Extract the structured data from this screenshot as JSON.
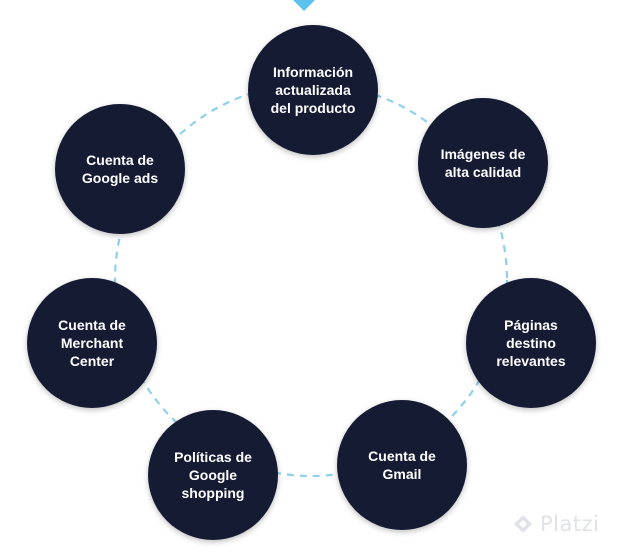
{
  "diagram": {
    "nodes": [
      {
        "label": "Información\nactualizada\ndel producto"
      },
      {
        "label": "Imágenes de\nalta calidad"
      },
      {
        "label": "Páginas\ndestino\nrelevantes"
      },
      {
        "label": "Cuenta de\nGmail"
      },
      {
        "label": "Políticas de\nGoogle\nshopping"
      },
      {
        "label": "Cuenta de\nMerchant\nCenter"
      },
      {
        "label": "Cuenta de\nGoogle ads"
      }
    ],
    "colors": {
      "node_fill": "#161b34",
      "node_text": "#ffffff",
      "ring": "#8fd0ea",
      "pointer": "#5bc3ee"
    }
  },
  "watermark": {
    "text": "Platzi",
    "icon": "platzi-logo-icon"
  }
}
